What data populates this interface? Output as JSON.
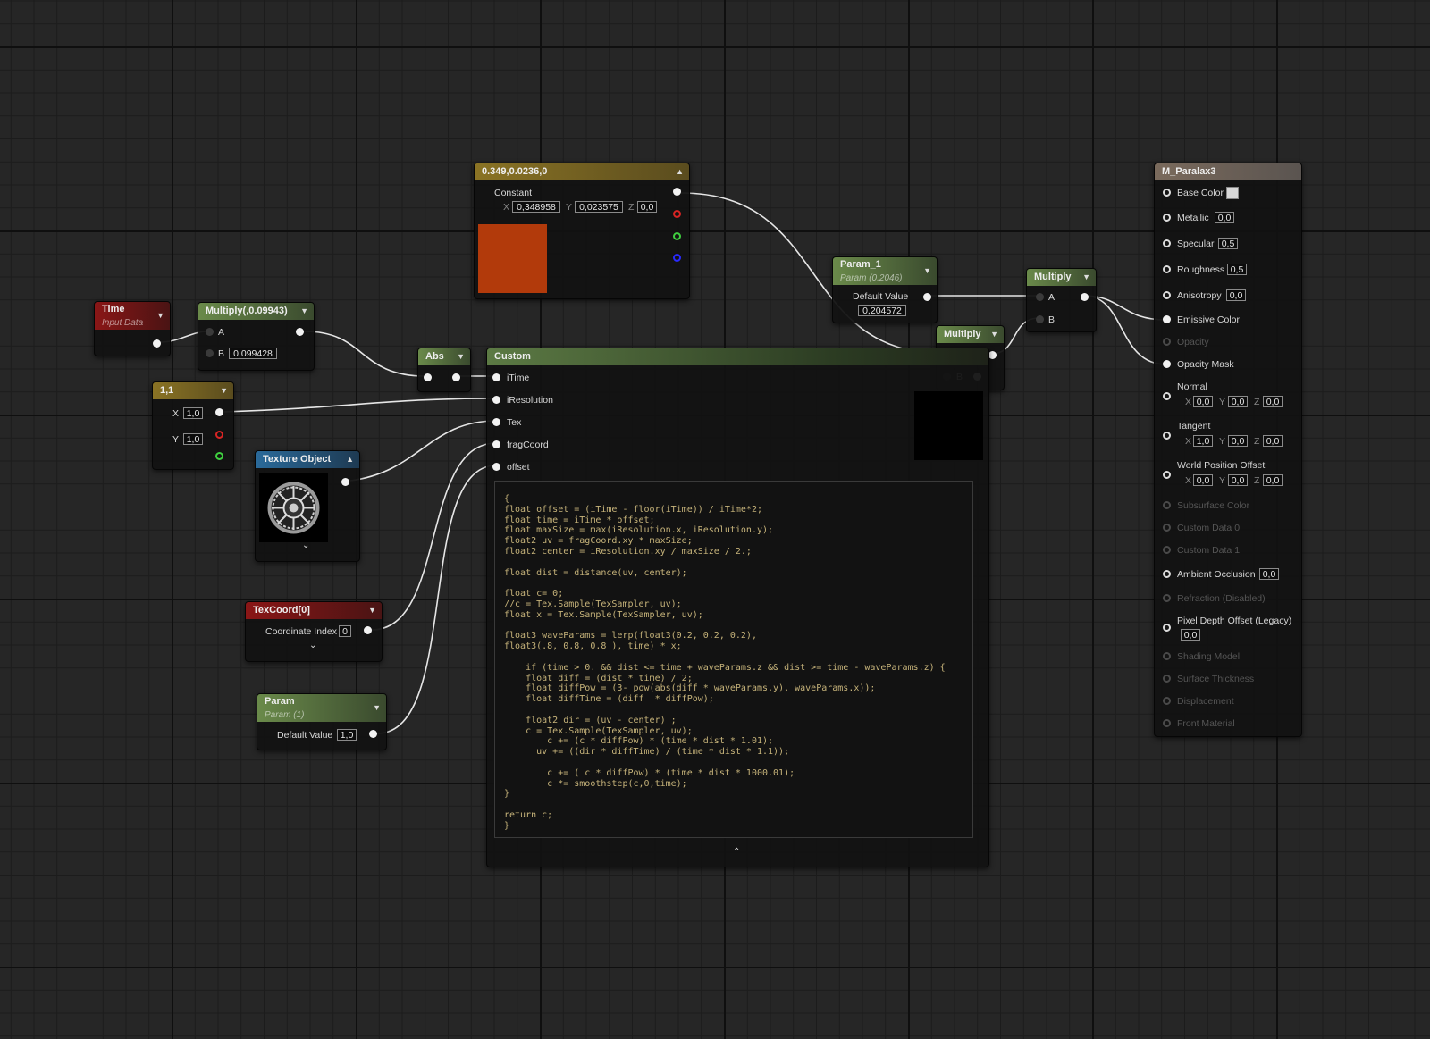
{
  "nodes": {
    "constant": {
      "title": "0.349,0.0236,0",
      "label": "Constant",
      "x_axis": "X",
      "x": "0,348958",
      "y_axis": "Y",
      "y": "0,023575",
      "z_axis": "Z",
      "z": "0,0",
      "swatch_color": "#b23a0b"
    },
    "time": {
      "title": "Time",
      "subtitle": "Input Data"
    },
    "multiply1": {
      "title": "Multiply(,0.09943)",
      "pin_a": "A",
      "pin_b": "B",
      "b_value": "0,099428"
    },
    "abs": {
      "title": "Abs"
    },
    "res": {
      "title": "1,1",
      "x_axis": "X",
      "x": "1,0",
      "y_axis": "Y",
      "y": "1,0"
    },
    "texobj": {
      "title": "Texture Object"
    },
    "texcoord": {
      "title": "TexCoord[0]",
      "label": "Coordinate Index",
      "value": "0"
    },
    "param": {
      "title": "Param",
      "subtitle": "Param (1)",
      "label": "Default Value",
      "value": "1,0"
    },
    "param1": {
      "title": "Param_1",
      "subtitle": "Param (0.2046)",
      "label": "Default Value",
      "value": "0,204572"
    },
    "multiply2": {
      "title": "Multiply",
      "pin_a": "A",
      "pin_b": "B"
    },
    "multiply3": {
      "title": "Multiply",
      "pin_a": "A",
      "pin_b": "B"
    },
    "custom": {
      "title": "Custom",
      "inputs": [
        "iTime",
        "iResolution",
        "Tex",
        "fragCoord",
        "offset"
      ],
      "code": "{\nfloat offset = (iTime - floor(iTime)) / iTime*2;\nfloat time = iTime * offset;\nfloat maxSize = max(iResolution.x, iResolution.y);\nfloat2 uv = fragCoord.xy * maxSize;\nfloat2 center = iResolution.xy / maxSize / 2.;\n\nfloat dist = distance(uv, center);\n\nfloat c= 0;\n//c = Tex.Sample(TexSampler, uv);\nfloat x = Tex.Sample(TexSampler, uv);\n\nfloat3 waveParams = lerp(float3(0.2, 0.2, 0.2),\nfloat3(.8, 0.8, 0.8 ), time) * x;\n\n    if (time > 0. && dist <= time + waveParams.z && dist >= time - waveParams.z) {\n    float diff = (dist * time) / 2;\n    float diffPow = (3- pow(abs(diff * waveParams.y), waveParams.x));\n    float diffTime = (diff  * diffPow);\n\n    float2 dir = (uv - center) ;\n    c = Tex.Sample(TexSampler, uv);\n        c += (c * diffPow) * (time * dist * 1.01);\n      uv += ((dir * diffTime) / (time * dist * 1.1));\n\n        c += ( c * diffPow) * (time * dist * 1000.01);\n        c *= smoothstep(c,0,time);\n}\n\nreturn c;\n}"
    },
    "material": {
      "title": "M_Paralax3",
      "base_color": "Base Color",
      "metallic": "Metallic",
      "metallic_val": "0,0",
      "specular": "Specular",
      "specular_val": "0,5",
      "roughness": "Roughness",
      "roughness_val": "0,5",
      "anisotropy": "Anisotropy",
      "anisotropy_val": "0,0",
      "emissive": "Emissive Color",
      "opacity": "Opacity",
      "opacity_mask": "Opacity Mask",
      "normal": "Normal",
      "normal_x": "0,0",
      "normal_y": "0,0",
      "normal_z": "0,0",
      "tangent": "Tangent",
      "tangent_x": "1,0",
      "tangent_y": "0,0",
      "tangent_z": "0,0",
      "wpo": "World Position Offset",
      "wpo_x": "0,0",
      "wpo_y": "0,0",
      "wpo_z": "0,0",
      "axis_x": "X",
      "axis_y": "Y",
      "axis_z": "Z",
      "subsurface": "Subsurface Color",
      "custom0": "Custom Data 0",
      "custom1": "Custom Data 1",
      "ao": "Ambient Occlusion",
      "ao_val": "0,0",
      "refraction": "Refraction (Disabled)",
      "pdo": "Pixel Depth Offset (Legacy)",
      "pdo_val": "0,0",
      "shading": "Shading Model",
      "thickness": "Surface Thickness",
      "displacement": "Displacement",
      "front": "Front Material"
    }
  },
  "icons": {
    "collapse": "▲",
    "dropdown": "▼",
    "expand_more": "⌄",
    "expand_less": "⌃"
  },
  "colors": {
    "wire": "#e8e8e8",
    "grid_major": "#0f0f0f",
    "grid_minor": "#1c1c1c",
    "background": "#262626"
  }
}
